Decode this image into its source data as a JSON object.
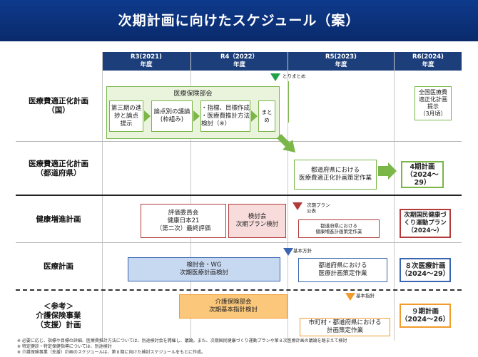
{
  "title": "次期計画に向けたスケジュール（案）",
  "years": [
    {
      "label": "R3(2021)",
      "sub": "年度"
    },
    {
      "label": "R4（2022）",
      "sub": "年度"
    },
    {
      "label": "R5(2023)",
      "sub": "年度"
    },
    {
      "label": "R6(2024)",
      "sub": "年度"
    }
  ],
  "rows": {
    "kuni": "医療費適正化計画\n（国）",
    "todofuken": "医療費適正化計画\n（都道府県）",
    "kenko": "健康増進計画",
    "iryo": "医療計画",
    "kaigo": "＜参考＞\n介護保険事業\n（支援）計画"
  },
  "kuni": {
    "group": "医療保険部会",
    "step1": "第三期の進\n捗と論点\n提示",
    "step2": "論点別の議論\n(枠組み)",
    "step3": "・指標、目標作成\n・医療費推計方法\n 検討（※）",
    "step4": "まとめ",
    "milestone": "とりまとめ",
    "r6": "全国医療費\n適正化計画\n提示\n（3月頃）"
  },
  "todofuken": {
    "work": "都道府県における\n医療費適正化計画策定作業",
    "r6": "4期計画\n（2024～29）"
  },
  "kenko": {
    "eval": "評価委員会\n健康日本21\n（第二次）最終評価",
    "study": "検討会\n次期プラン検討",
    "milestone": "次期プラン\n公表",
    "work": "都道府県における\n健康増進計画策定作業",
    "r6": "次期国民健康づ\nくり運動プラン\n（2024～）"
  },
  "iryo": {
    "study": "検討会・WG\n次期医療計画検討",
    "milestone": "基本方針",
    "work": "都道府県における\n医療計画策定作業",
    "r6": "８次医療計画\n（2024～29）"
  },
  "kaigo": {
    "study": "介護保険部会\n次期基本指針検討",
    "milestone": "基本指針",
    "work": "市町村・都道府県における\n計画策定作業",
    "r6": "９期計画\n（2024～26）"
  },
  "notes": [
    "※ 必要に応じ、指標や目標の詳細、医療費推計方法については、別途検討会を開催し、議論。また、次期国民健康づくり運動プランや第８次医療計画の議論を踏まえて検討",
    "※ 特定健診・特定保健指導については、別途検討",
    "※ 介護保険事業（支援）計画のスケジュールは、第８期に向けた検討スケジュールをもとに作成。"
  ],
  "colors": {
    "header": "#0e3a8c",
    "green": "#7ab648",
    "red": "#b23a3a",
    "blue": "#3a66b0",
    "orange": "#f19b2c"
  }
}
